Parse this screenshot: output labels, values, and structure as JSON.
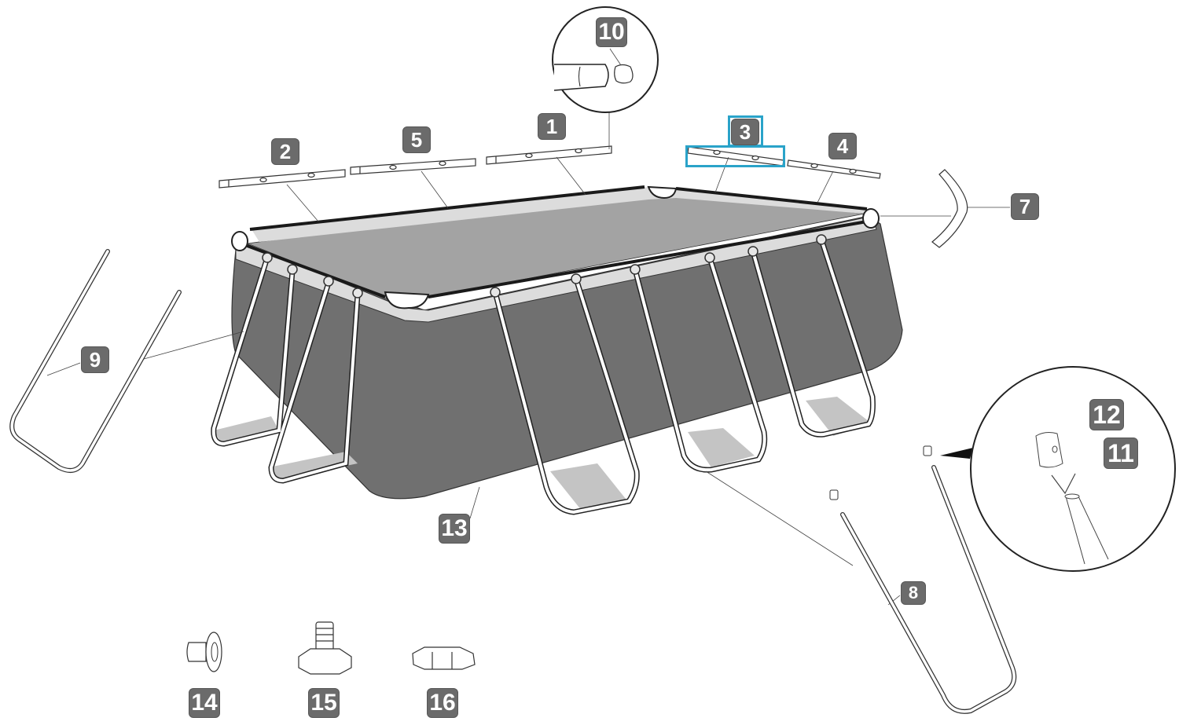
{
  "diagram": {
    "title_visible": false,
    "highlight_color": "#2aa3c9",
    "callout_color": "#6b6b6b",
    "pool_wall_color": "#707070",
    "pool_floor_color": "#a3a3a3",
    "pool_rim_color": "#dcdcdc",
    "callouts": [
      {
        "id": "1",
        "label": "1",
        "part": "top rail beam"
      },
      {
        "id": "2",
        "label": "2",
        "part": "top rail beam"
      },
      {
        "id": "3",
        "label": "3",
        "part": "top rail beam",
        "highlighted": true
      },
      {
        "id": "4",
        "label": "4",
        "part": "top rail beam"
      },
      {
        "id": "5",
        "label": "5",
        "part": "top rail beam"
      },
      {
        "id": "7",
        "label": "7",
        "part": "corner joint"
      },
      {
        "id": "8",
        "label": "8",
        "part": "U-shaped leg (long side)"
      },
      {
        "id": "9",
        "label": "9",
        "part": "U-shaped leg (short side)"
      },
      {
        "id": "10",
        "label": "10",
        "part": "rail end cap"
      },
      {
        "id": "11",
        "label": "11",
        "part": "spring clip"
      },
      {
        "id": "12",
        "label": "12",
        "part": "leg cap"
      },
      {
        "id": "13",
        "label": "13",
        "part": "pool liner"
      },
      {
        "id": "14",
        "label": "14",
        "part": "strainer plug"
      },
      {
        "id": "15",
        "label": "15",
        "part": "drain valve"
      },
      {
        "id": "16",
        "label": "16",
        "part": "drain cap"
      }
    ]
  }
}
